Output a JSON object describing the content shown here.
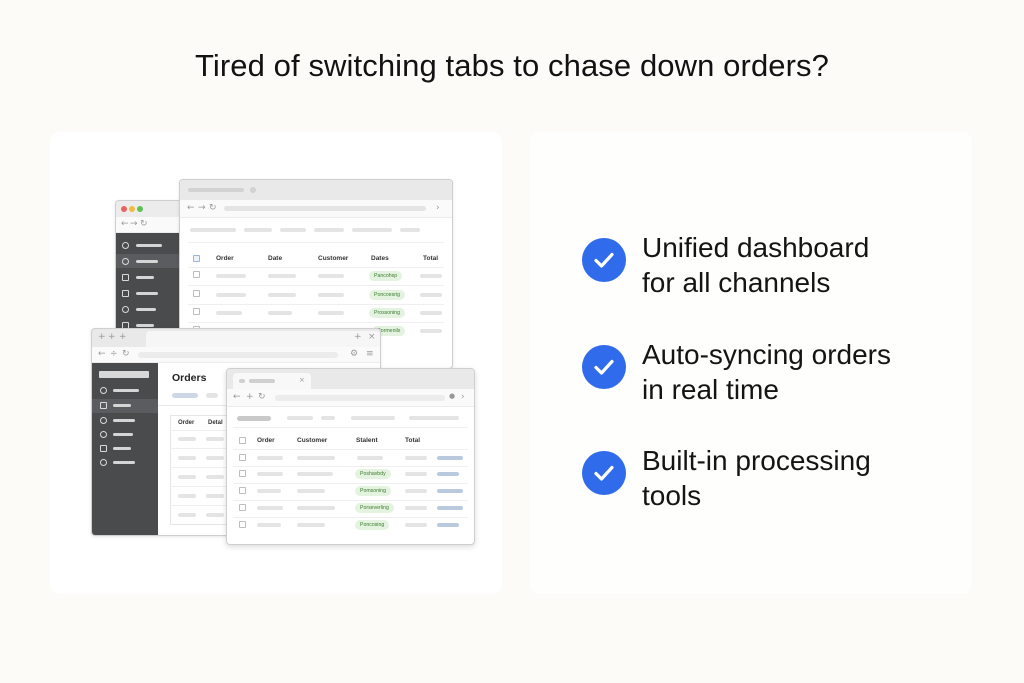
{
  "headline": "Tired of switching tabs to chase down orders?",
  "colors": {
    "accent": "#2f6bea",
    "badge_bg": "#e4f3df",
    "badge_text": "#3d7a32",
    "sidebar": "#4a4b4d"
  },
  "features": [
    {
      "line1": "Unified dashboard",
      "line2": "for all channels",
      "icon": "check-circle-icon"
    },
    {
      "line1": "Auto-syncing orders",
      "line2": "in real time",
      "icon": "check-circle-icon"
    },
    {
      "line1": "Built-in processing",
      "line2": "tools",
      "icon": "check-circle-icon"
    }
  ],
  "window_back": {
    "headers": [
      "Order",
      "Date",
      "Customer",
      "Dates",
      "Total"
    ],
    "badges": [
      "Pancohsp",
      "Poncoesrig",
      "Prossoning",
      "Rormenils"
    ]
  },
  "window_middle": {
    "title": "Orders",
    "headers": [
      "Order",
      "Detal"
    ]
  },
  "window_front": {
    "headers": [
      "Order",
      "Customer",
      "Stalent",
      "Total"
    ],
    "badges": [
      "Poshavbdy",
      "Pomsoning",
      "Porseverling",
      "Poncosing"
    ]
  }
}
